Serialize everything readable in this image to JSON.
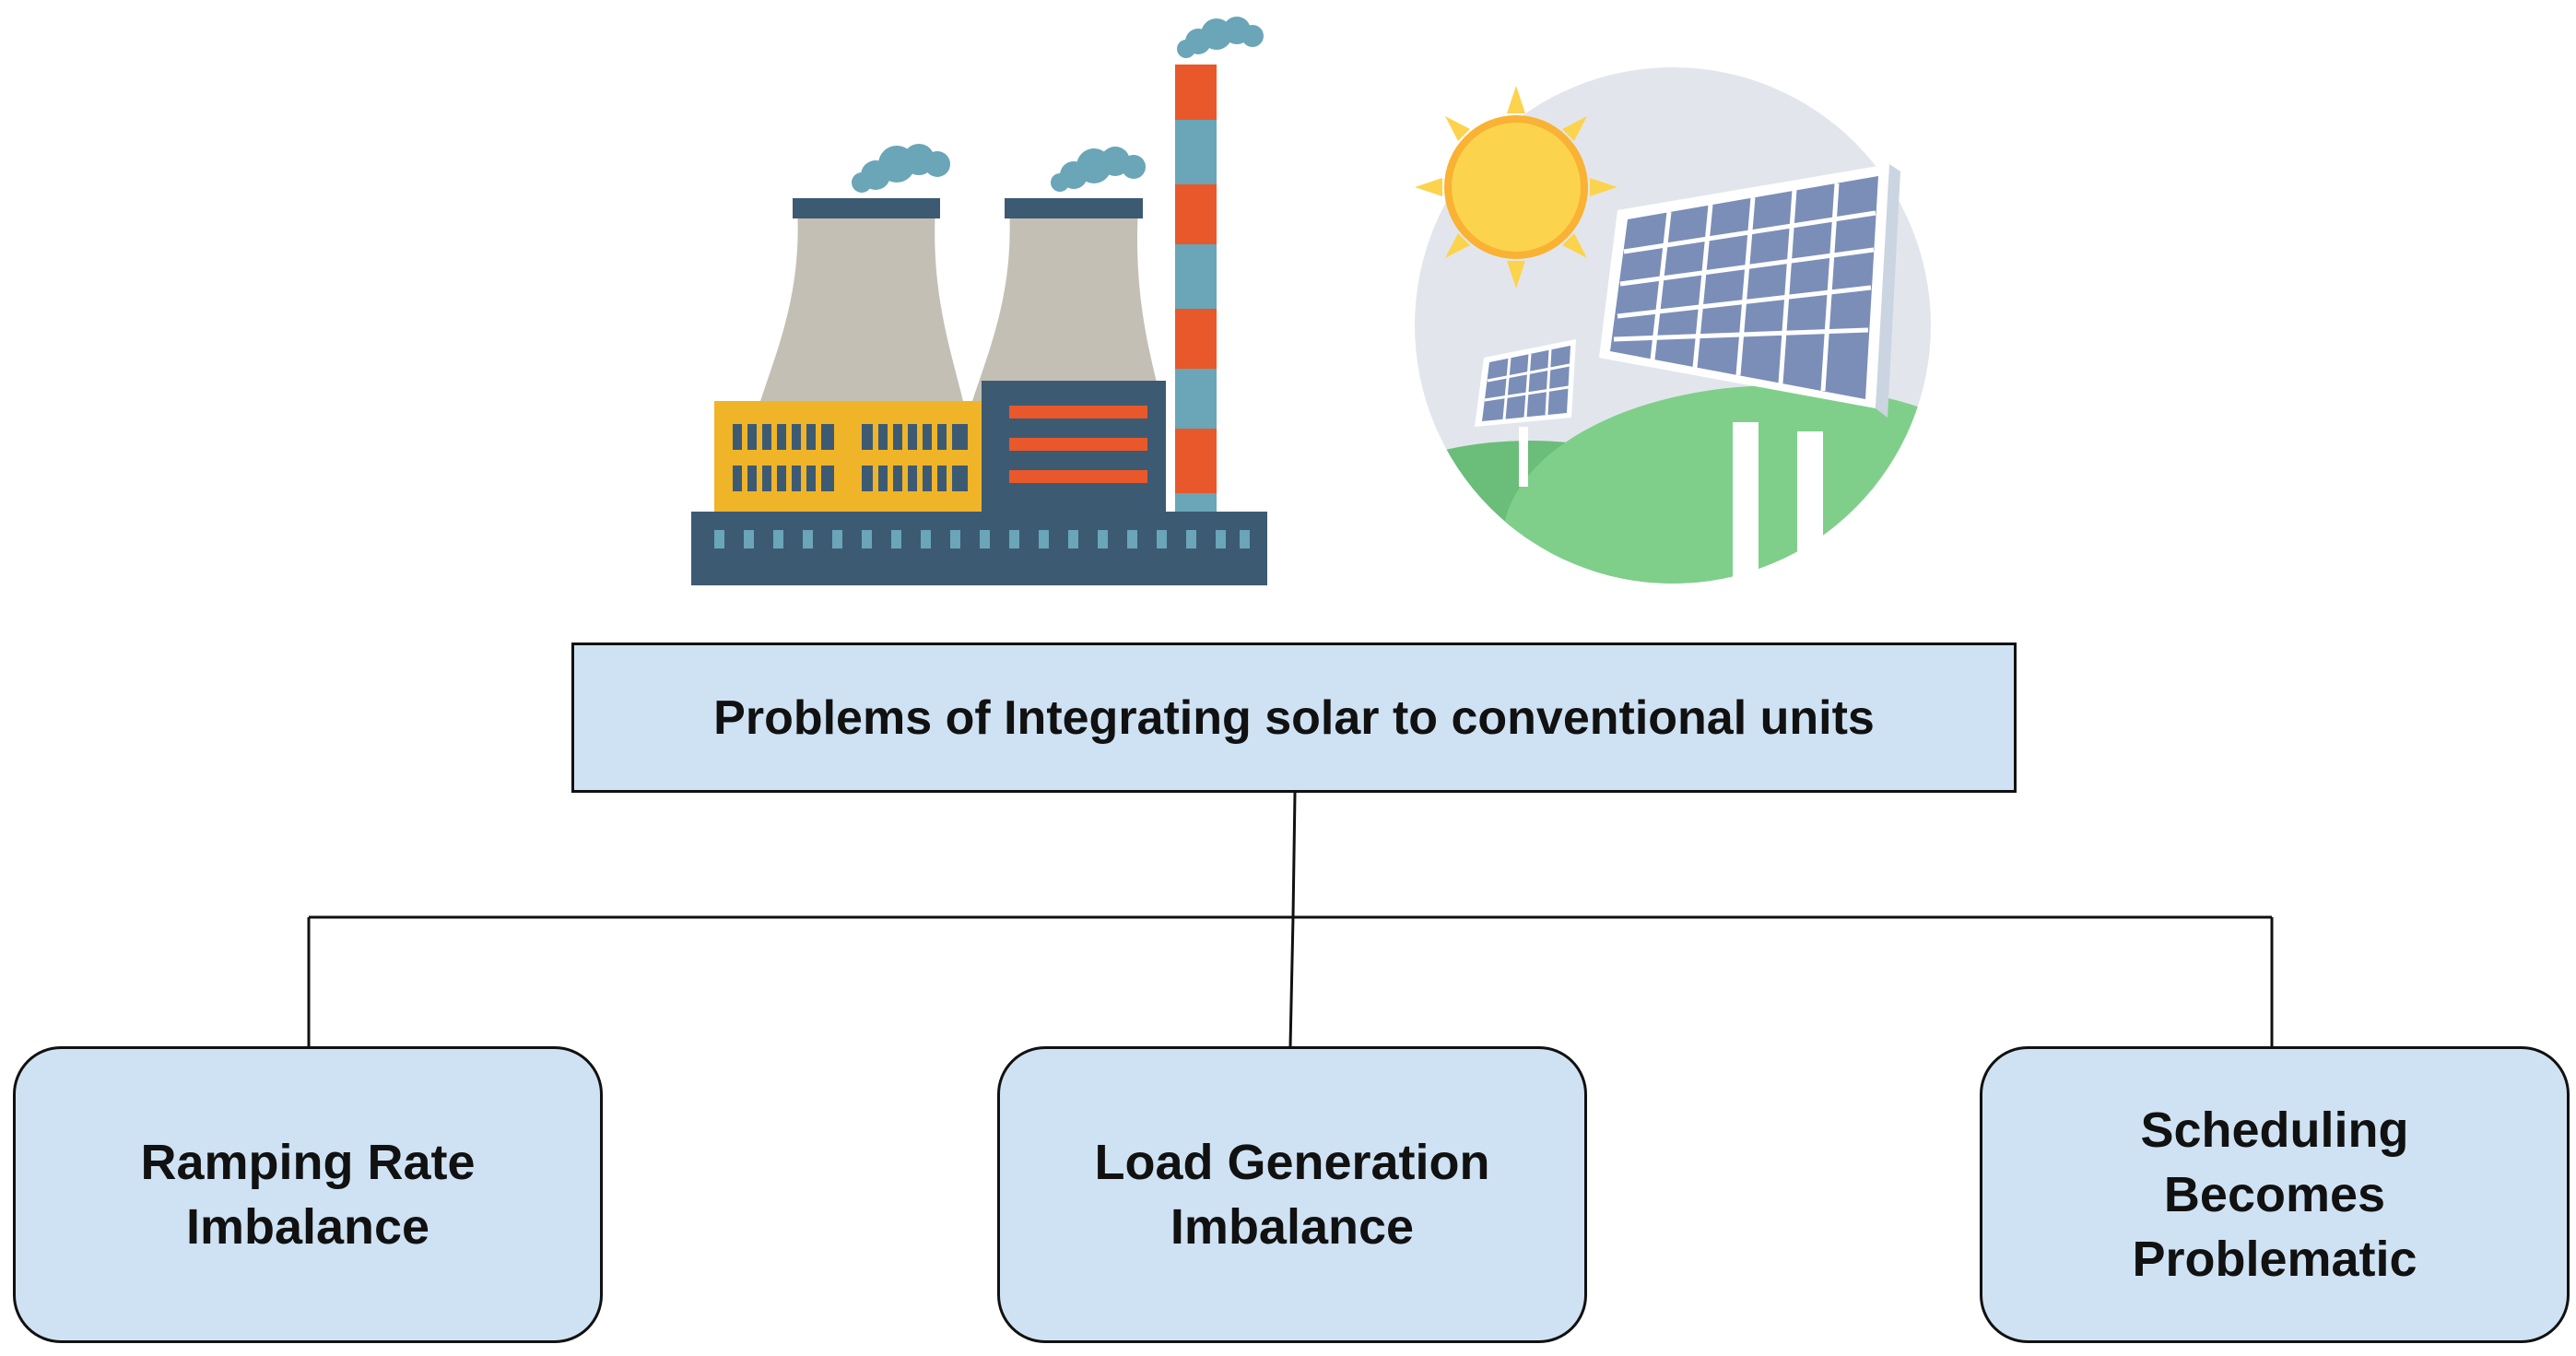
{
  "diagram": {
    "root": {
      "label": "Problems of Integrating solar to conventional units"
    },
    "children": [
      {
        "label": "Ramping Rate\nImbalance"
      },
      {
        "label": "Load Generation\nImbalance"
      },
      {
        "label": "Scheduling\nBecomes\nProblematic"
      }
    ]
  },
  "illustrations": {
    "left": "power-plant-icon",
    "right": "solar-panel-icon"
  },
  "colors": {
    "box_fill": "#cfe2f3",
    "box_border": "#111111",
    "connector": "#111111",
    "plant_dark": "#3d5a73",
    "plant_yellow": "#f0b429",
    "plant_orange": "#e8582a",
    "plant_teal": "#6aa5b8",
    "tower_gray": "#c4bfb5",
    "sun": "#fcd34d",
    "grass": "#7fcf8a",
    "sky": "#e2e6ec",
    "panel": "#7b8eb8"
  }
}
